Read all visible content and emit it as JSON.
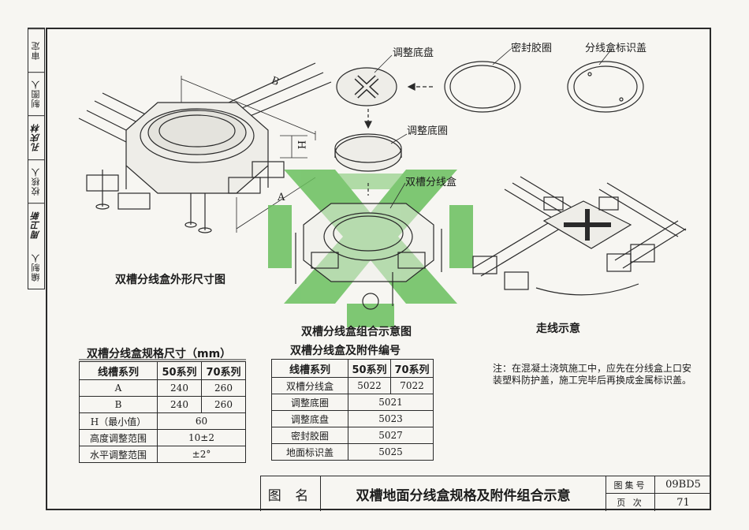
{
  "sidebar": {
    "cells": [
      "审定",
      "制图人",
      "孔庆林",
      "校核人",
      "周卫新",
      "编制人"
    ]
  },
  "drawing_labels": {
    "dimension_b": "B",
    "dimension_h": "H",
    "dimension_a": "A",
    "adjust_base_plate": "调整底盘",
    "seal_ring": "密封胶圈",
    "junction_box_cover": "分线盒标识盖",
    "adjust_base_ring": "调整底圈",
    "dual_slot_box": "双槽分线盒"
  },
  "captions": {
    "outline_dimension": "双槽分线盒外形尺寸图",
    "assembly": "双槽分线盒组合示意图",
    "wiring": "走线示意"
  },
  "spec_table": {
    "title": "双槽分线盒规格尺寸（mm）",
    "headers": [
      "线槽系列",
      "50系列",
      "70系列"
    ],
    "rows": [
      {
        "name": "A",
        "v50": "240",
        "v70": "260"
      },
      {
        "name": "B",
        "v50": "240",
        "v70": "260"
      },
      {
        "name": "H（最小值）",
        "merged": "60"
      },
      {
        "name": "高度调整范围",
        "merged": "10±2"
      },
      {
        "name": "水平调整范围",
        "merged": "±2°"
      }
    ]
  },
  "parts_table": {
    "title": "双槽分线盒及附件编号",
    "headers": [
      "线槽系列",
      "50系列",
      "70系列"
    ],
    "rows": [
      {
        "name": "双槽分线盒",
        "v50": "5022",
        "v70": "7022"
      },
      {
        "name": "调整底圈",
        "merged": "5021"
      },
      {
        "name": "调整底盘",
        "merged": "5023"
      },
      {
        "name": "密封胶圈",
        "merged": "5027"
      },
      {
        "name": "地面标识盖",
        "merged": "5025"
      }
    ]
  },
  "note": {
    "prefix": "注：",
    "text": "在混凝土浇筑施工中，应先在分线盒上口安装塑料防护盖，施工完毕后再换成金属标识盖。"
  },
  "title_block": {
    "name_label": "图  名",
    "title": "双槽地面分线盒规格及附件组合示意",
    "atlas_label": "图集号",
    "atlas_no": "09BD5",
    "page_label": "页  次",
    "page_no": "71"
  },
  "colors": {
    "watermark_green": "#6abf5e",
    "line": "#2a2a2a"
  }
}
